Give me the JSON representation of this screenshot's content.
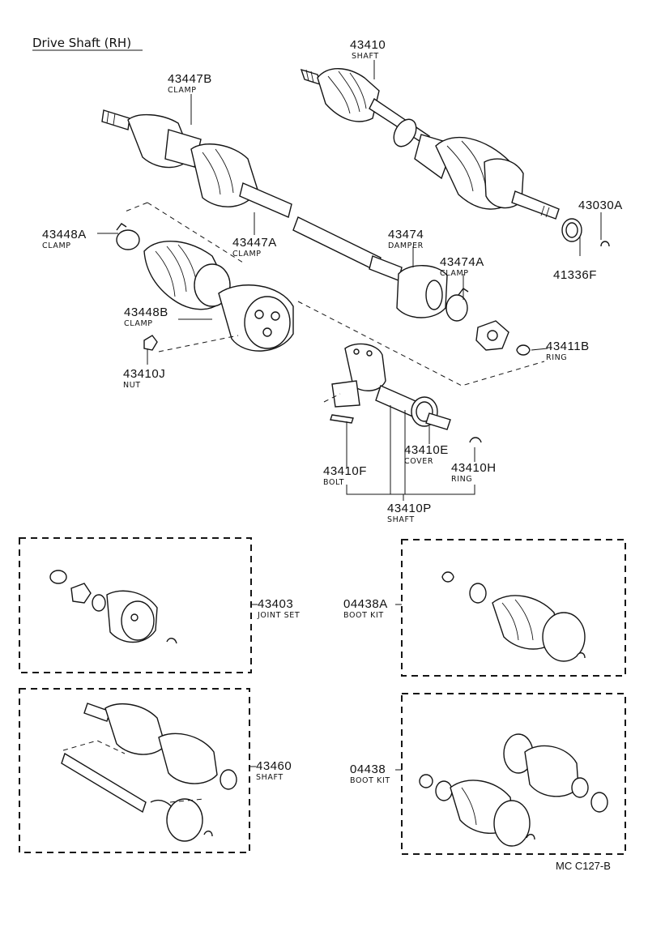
{
  "title": "Drive Shaft (RH)",
  "parts": [
    {
      "id": "p43410",
      "number": "43410",
      "name": "SHAFT"
    },
    {
      "id": "p43447B",
      "number": "43447B",
      "name": "CLAMP"
    },
    {
      "id": "p43448A",
      "number": "43448A",
      "name": "CLAMP"
    },
    {
      "id": "p43447A",
      "number": "43447A",
      "name": "CLAMP"
    },
    {
      "id": "p43474",
      "number": "43474",
      "name": "DAMPER"
    },
    {
      "id": "p43474A",
      "number": "43474A",
      "name": "CLAMP"
    },
    {
      "id": "p43030A",
      "number": "43030A",
      "name": ""
    },
    {
      "id": "p41336F",
      "number": "41336F",
      "name": ""
    },
    {
      "id": "p43448B",
      "number": "43448B",
      "name": "CLAMP"
    },
    {
      "id": "p43411B",
      "number": "43411B",
      "name": "RING"
    },
    {
      "id": "p43410J",
      "number": "43410J",
      "name": "NUT"
    },
    {
      "id": "p43410E",
      "number": "43410E",
      "name": "COVER"
    },
    {
      "id": "p43410F",
      "number": "43410F",
      "name": "BOLT"
    },
    {
      "id": "p43410H",
      "number": "43410H",
      "name": "RING"
    },
    {
      "id": "p43410P",
      "number": "43410P",
      "name": "SHAFT"
    }
  ],
  "kits": [
    {
      "id": "k43403",
      "number": "43403",
      "name": "JOINT SET"
    },
    {
      "id": "k04438A",
      "number": "04438A",
      "name": "BOOT KIT"
    },
    {
      "id": "k43460",
      "number": "43460",
      "name": "SHAFT"
    },
    {
      "id": "k04438",
      "number": "04438",
      "name": "BOOT KIT"
    }
  ],
  "figure_code": "MC C127-B"
}
